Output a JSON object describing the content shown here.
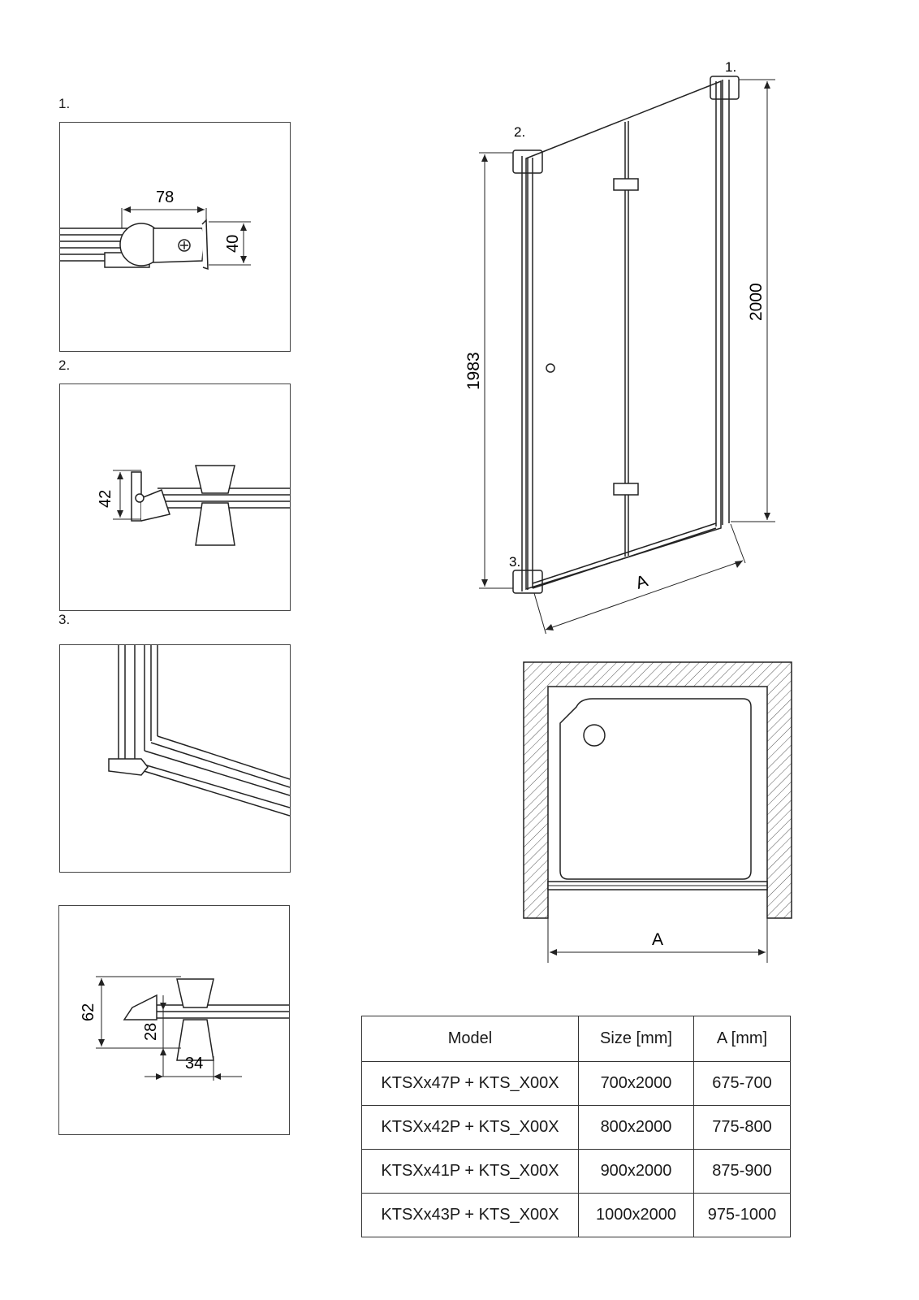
{
  "details": [
    {
      "label": "1.",
      "dims": {
        "width": "78",
        "height": "40"
      }
    },
    {
      "label": "2.",
      "dims": {
        "height": "42"
      }
    },
    {
      "label": "3.",
      "dims": {}
    },
    {
      "label": "",
      "dims": {
        "height": "62",
        "inner": "28",
        "width": "34"
      }
    }
  ],
  "main": {
    "callouts": [
      "1.",
      "2.",
      "3."
    ],
    "height_left": "1983",
    "height_right": "2000",
    "width_label": "A"
  },
  "plan": {
    "width_label": "A"
  },
  "table": {
    "headers": [
      "Model",
      "Size [mm]",
      "A [mm]"
    ],
    "rows": [
      [
        "KTSXx47P + KTS_X00X",
        "700x2000",
        "675-700"
      ],
      [
        "KTSXx42P + KTS_X00X",
        "800x2000",
        "775-800"
      ],
      [
        "KTSXx41P + KTS_X00X",
        "900x2000",
        "875-900"
      ],
      [
        "KTSXx43P + KTS_X00X",
        "1000x2000",
        "975-1000"
      ]
    ]
  }
}
